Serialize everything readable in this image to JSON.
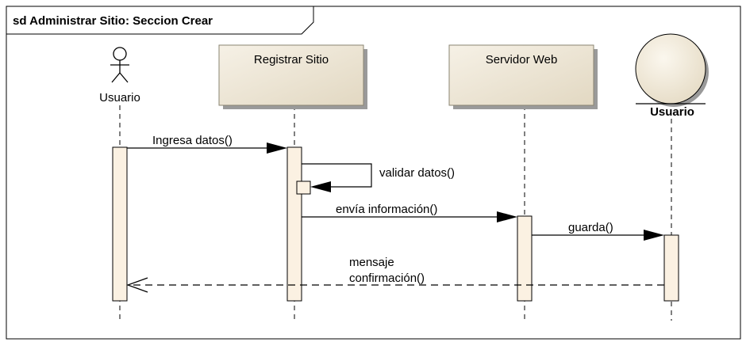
{
  "diagram": {
    "frame_title": "sd Administrar Sitio: Seccion Crear",
    "participants": [
      {
        "id": "actor",
        "kind": "actor",
        "label": "Usuario"
      },
      {
        "id": "registrar",
        "kind": "boundary-box",
        "label": "Registrar Sitio"
      },
      {
        "id": "servidor",
        "kind": "boundary-box",
        "label": "Servidor Web"
      },
      {
        "id": "entity",
        "kind": "entity",
        "label": "Usuario"
      }
    ],
    "messages": [
      {
        "label": "Ingresa datos()",
        "from": "actor",
        "to": "registrar",
        "style": "sync"
      },
      {
        "label": "validar datos()",
        "from": "registrar",
        "to": "registrar",
        "style": "self"
      },
      {
        "label": "envía información()",
        "from": "registrar",
        "to": "servidor",
        "style": "sync"
      },
      {
        "label": "guarda()",
        "from": "servidor",
        "to": "entity",
        "style": "sync"
      },
      {
        "label_line1": "mensaje",
        "label_line2": "confirmación()",
        "from": "entity",
        "to": "actor",
        "style": "return"
      }
    ],
    "colors": {
      "box_fill": "#ece4d2",
      "box_shadow": "#9a9a9a",
      "activation_fill": "#fbf1e2",
      "line": "#000000"
    }
  }
}
